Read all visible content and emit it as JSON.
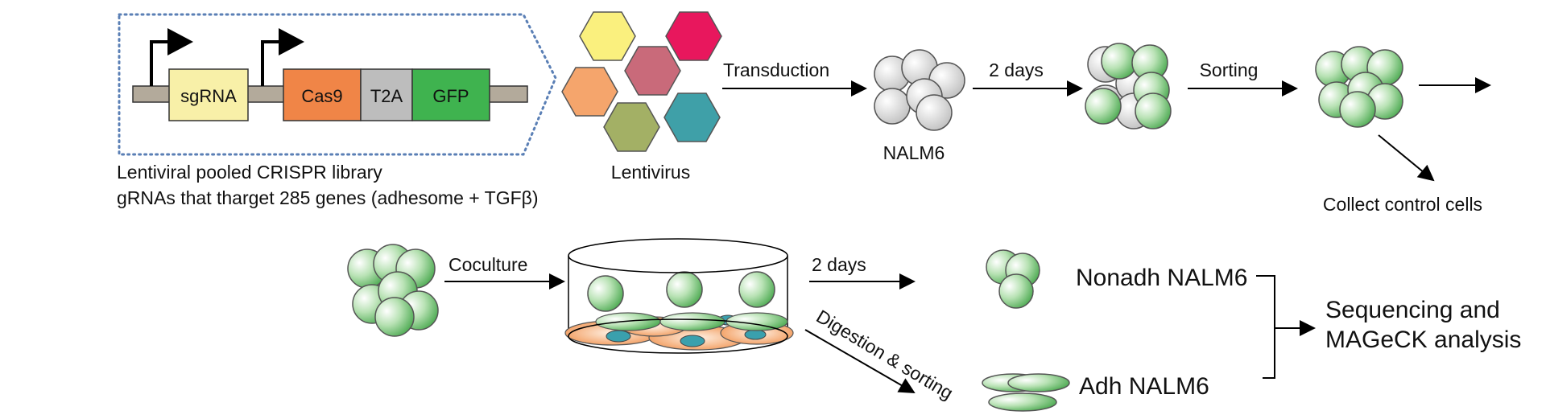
{
  "construct": {
    "sgrna": "sgRNA",
    "cas9": "Cas9",
    "t2a": "T2A",
    "gfp": "GFP",
    "caption_line1": "Lentiviral pooled CRISPR library",
    "caption_line2": "gRNAs that tharget 285 genes (adhesome + TGFβ)"
  },
  "lentivirus_label": "Lentivirus",
  "steps": {
    "transduction": "Transduction",
    "nalm6": "NALM6",
    "two_days_top": "2 days",
    "sorting": "Sorting",
    "collect_control": "Collect control cells",
    "coculture": "Coculture",
    "two_days_bottom": "2 days",
    "digestion_sorting": "Digestion & sorting",
    "nonadh": "Nonadh NALM6",
    "adh": "Adh NALM6",
    "sequencing_line1": "Sequencing and",
    "sequencing_line2": "MAGeCK analysis"
  },
  "colors": {
    "sgrna_box": "#f8f0a8",
    "cas9_box": "#f08547",
    "t2a_box": "#bdbdbd",
    "gfp_box": "#3fb34f",
    "backbone": "#b3aa9b",
    "dotted_outline": "#5a7fb5",
    "hex_yellow": "#faf07e",
    "hex_red": "#e8175d",
    "hex_pink": "#c96a7a",
    "hex_orange": "#f5a56c",
    "hex_olive": "#a3b065",
    "hex_teal": "#3fa0a8",
    "cell_grey": "#d9d9d9",
    "cell_green": "#5cba5c",
    "stromal_orange": "#f4a26a",
    "stromal_teal": "#3aa0ad"
  }
}
